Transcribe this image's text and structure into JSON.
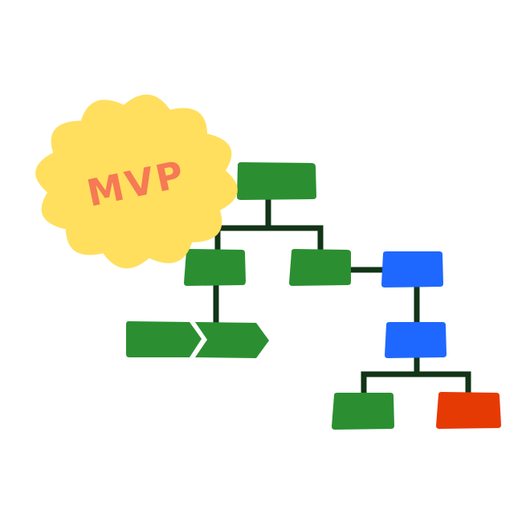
{
  "badge": {
    "label": "MVP",
    "fill_color": "#ffdf5d",
    "text_color": "#f57a55"
  },
  "colors": {
    "connector": "#123417",
    "green_node": "#2b8f31",
    "blue_node": "#1f68ff",
    "red_node": "#e63a05"
  },
  "nodes": [
    {
      "id": "root",
      "shape": "rectangle",
      "color": "green"
    },
    {
      "id": "child-left",
      "shape": "rectangle",
      "color": "green"
    },
    {
      "id": "child-right",
      "shape": "rectangle",
      "color": "green"
    },
    {
      "id": "arrow-step-1",
      "shape": "chevron",
      "color": "green"
    },
    {
      "id": "arrow-step-2",
      "shape": "chevron",
      "color": "green"
    },
    {
      "id": "blue-top",
      "shape": "rectangle",
      "color": "blue"
    },
    {
      "id": "blue-mid",
      "shape": "rectangle",
      "color": "blue"
    },
    {
      "id": "leaf-green",
      "shape": "rectangle",
      "color": "green"
    },
    {
      "id": "leaf-red",
      "shape": "rectangle",
      "color": "red"
    }
  ],
  "edges": [
    {
      "from": "root",
      "to": "child-left"
    },
    {
      "from": "root",
      "to": "child-right"
    },
    {
      "from": "child-left",
      "to": "arrow-step-1"
    },
    {
      "from": "child-right",
      "to": "blue-top"
    },
    {
      "from": "blue-top",
      "to": "blue-mid"
    },
    {
      "from": "blue-mid",
      "to": "leaf-green"
    },
    {
      "from": "blue-mid",
      "to": "leaf-red"
    }
  ]
}
